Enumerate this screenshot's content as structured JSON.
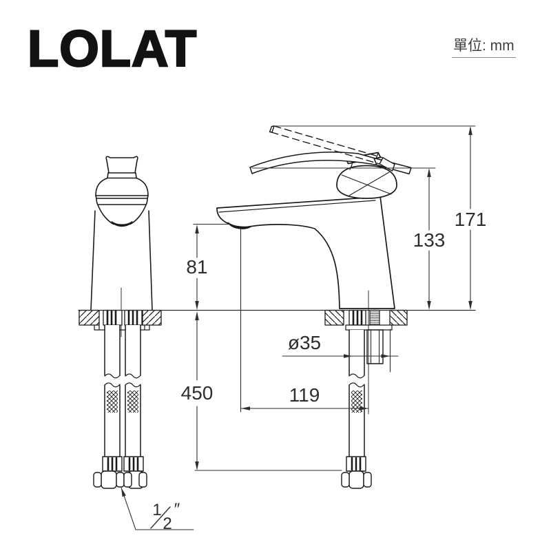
{
  "header": {
    "logo": "LOLAT",
    "unit_label": "單位: mm"
  },
  "dimensions": {
    "overall_height": "171",
    "handle_rest_height": "133",
    "spout_outlet_height": "81",
    "hose_length": "450",
    "spout_reach": "119",
    "hole_diameter": "ø35",
    "hose_connection": {
      "numerator": "1",
      "denominator": "2",
      "unit_symbol": "″"
    }
  },
  "colors": {
    "line_color": "#1a1a1a",
    "dimension_color": "#2e2e2e"
  }
}
